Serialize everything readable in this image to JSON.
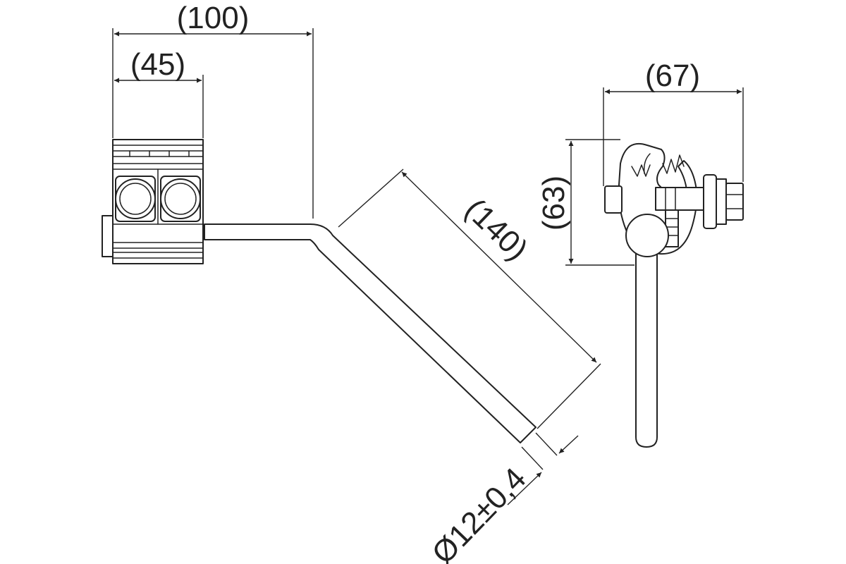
{
  "dimensions": {
    "overall_length": "(100)",
    "clamp_width": "(45)",
    "clamp_depth": "(67)",
    "clamp_height": "(63)",
    "rod_length": "(140)",
    "rod_diameter": "Ø12±0,4"
  }
}
